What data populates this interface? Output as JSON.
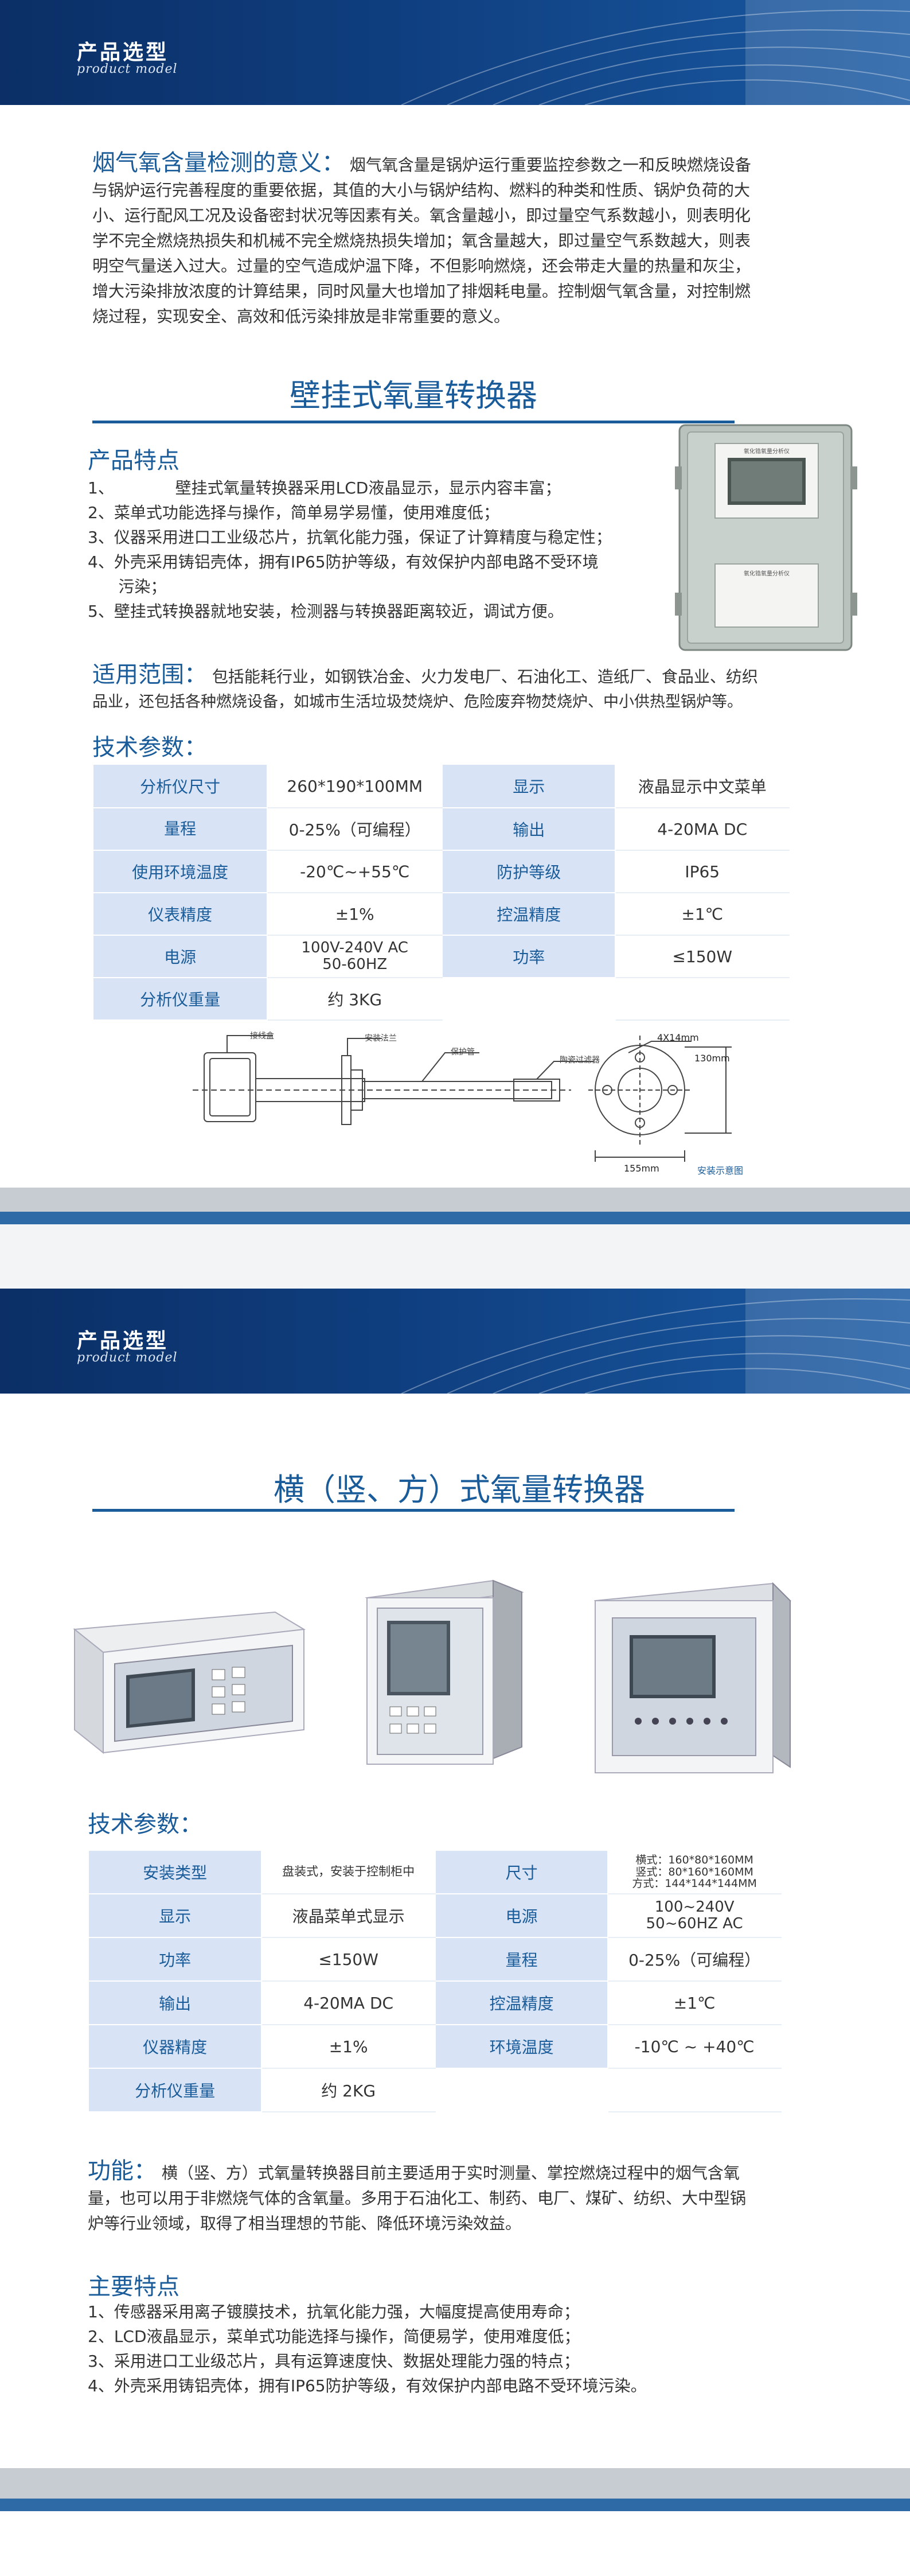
{
  "banner1": {
    "title": "产品选型",
    "subtitle": "product model"
  },
  "banner2": {
    "title": "产品选型",
    "subtitle": "product model"
  },
  "significance": {
    "heading": "烟气氧含量检测的意义：",
    "line1": "烟气氧含量是锅炉运行重要监控参数之一和反映燃烧设备",
    "line2": "与锅炉运行完善程度的重要依据，其值的大小与锅炉结构、燃料的种类和性质、锅炉负荷的大",
    "line3": "小、运行配风工况及设备密封状况等因素有关。氧含量越小，即过量空气系数越小，则表明化",
    "line4": "学不完全燃烧热损失和机械不完全燃烧热损失增加；氧含量越大，即过量空气系数越大，则表",
    "line5": "明空气量送入过大。过量的空气造成炉温下降，不但影响燃烧，还会带走大量的热量和灰尘，",
    "line6": "增大污染排放浓度的计算结果，同时风量大也增加了排烟耗电量。控制烟气氧含量，对控制燃",
    "line7": "烧过程，实现安全、高效和低污染排放是非常重要的意义。"
  },
  "wall": {
    "title": "壁挂式氧量转换器",
    "features_heading": "产品特点",
    "features": [
      "1、            壁挂式氧量转换器采用LCD液晶显示，显示内容丰富；",
      "2、菜单式功能选择与操作，简单易学易懂，使用难度低；",
      "3、仪器采用进口工业级芯片，抗氧化能力强，保证了计算精度与稳定性；",
      "4、外壳采用铸铝壳体，拥有IP65防护等级，有效保护内部电路不受环境",
      "      污染；",
      "5、壁挂式转换器就地安装，检测器与转换器距离较近，调试方便。"
    ],
    "scope_heading": "适用范围：",
    "scope_line1": "包括能耗行业，如钢铁冶金、火力发电厂、石油化工、造纸厂、食品业、纺织",
    "scope_line2": "品业，还包括各种燃烧设备，如城市生活垃圾焚烧炉、危险废弃物焚烧炉、中小供热型锅炉等。",
    "tech_heading": "技术参数：",
    "specs": [
      [
        "分析仪尺寸",
        "260*190*100MM",
        "显示",
        "液晶显示中文菜单"
      ],
      [
        "量程",
        "0-25%（可编程）",
        "输出",
        "4-20MA DC"
      ],
      [
        "使用环境温度",
        "-20℃~+55℃",
        "防护等级",
        "IP65"
      ],
      [
        "仪表精度",
        "±1%",
        "控温精度",
        "±1℃"
      ],
      [
        "电源",
        "100V-240V AC\n50-60HZ",
        "功率",
        "≤150W"
      ],
      [
        "分析仪重量",
        "约 3KG",
        "",
        ""
      ]
    ],
    "device_label1": "氧化锆氧量分析仪",
    "device_label2": "氧化锆氧量分析仪",
    "diagram": {
      "label_a": "接线盒",
      "label_b": "安装法兰",
      "label_c": "保护管",
      "label_d": "陶瓷过滤器",
      "dim1": "4X14mm",
      "dim2": "130mm",
      "dim3": "155mm",
      "caption": "安装示意图"
    }
  },
  "horiz": {
    "title": "横（竖、方）式氧量转换器",
    "tech_heading": "技术参数：",
    "specs": [
      [
        "安装类型",
        "盘装式，安装于控制柜中",
        "尺寸",
        "横式：160*80*160MM\n竖式：80*160*160MM\n方式：144*144*144MM"
      ],
      [
        "显示",
        "液晶菜单式显示",
        "电源",
        "100~240V\n50~60HZ AC"
      ],
      [
        "功率",
        "≤150W",
        "量程",
        "0-25%（可编程）"
      ],
      [
        "输出",
        "4-20MA DC",
        "控温精度",
        "±1℃"
      ],
      [
        "仪器精度",
        "±1%",
        "环境温度",
        "-10℃ ~ +40℃"
      ],
      [
        "分析仪重量",
        "约 2KG",
        "",
        ""
      ]
    ],
    "func_heading": "功能：",
    "func_line1": "横（竖、方）式氧量转换器目前主要适用于实时测量、掌控燃烧过程中的烟气含氧",
    "func_line2": "量，也可以用于非燃烧气体的含氧量。多用于石油化工、制药、电厂、煤矿、纺织、大中型锅",
    "func_line3": "炉等行业领域，取得了相当理想的节能、降低环境污染效益。",
    "features_heading": "主要特点",
    "features": [
      "1、传感器采用离子镀膜技术，抗氧化能力强，大幅度提高使用寿命；",
      "2、LCD液晶显示，菜单式功能选择与操作，简便易学，使用难度低；",
      "3、采用进口工业级芯片，具有运算速度快、数据处理能力强的特点；",
      "4、外壳采用铸铝壳体，拥有IP65防护等级，有效保护内部电路不受环境污染。"
    ]
  }
}
